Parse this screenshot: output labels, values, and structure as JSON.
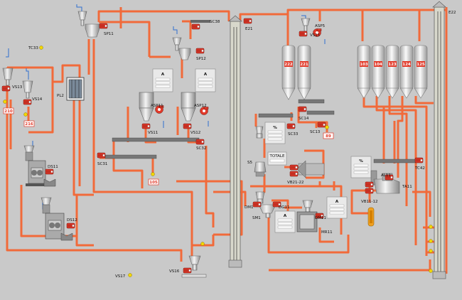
{
  "colors": {
    "background": "#c9c9c9",
    "pipe": "#f16a3a",
    "motor": "#e23a2a",
    "wire": "#2f6fd0",
    "indicator": "#f2d600"
  },
  "silos": {
    "s222": "222",
    "s221": "221",
    "s103": "103",
    "s104": "104",
    "s123": "123",
    "s124": "124",
    "s125": "125"
  },
  "labels": {
    "sp11": "SP11",
    "sp12": "SP12",
    "sc38": "SC38",
    "e21": "E21",
    "e22": "E22",
    "asp5": "ASP5",
    "vs15": "VS15",
    "tc33": "TC33",
    "vs13": "VS13",
    "vs14": "VS14",
    "pl2": "PL2",
    "asp11": "ASP11",
    "asp12": "ASP12",
    "vs11": "VS11",
    "vs12": "VS12",
    "sc14": "SC14",
    "sc13": "SC13",
    "sc33": "SC33",
    "sc32": "SC32",
    "sc31": "SC31",
    "ds11": "DS11",
    "ds12": "DS12",
    "s5": "S5",
    "vb21": "VB21-22",
    "vb11": "VB11-12",
    "al11": "AL11",
    "ta11": "TA11",
    "tc42": "TC42",
    "dm1": "DM1",
    "dg11": "DG11",
    "dm11": "DM11",
    "sm1": "SM1",
    "mr11": "MR11",
    "vs16": "VS16",
    "vs17": "VS17"
  },
  "values": {
    "v210": "210",
    "v216": "216",
    "v105": "105",
    "v89": "89"
  },
  "panels": {
    "a": "A",
    "pct": "%",
    "totale": "TOTALE"
  }
}
